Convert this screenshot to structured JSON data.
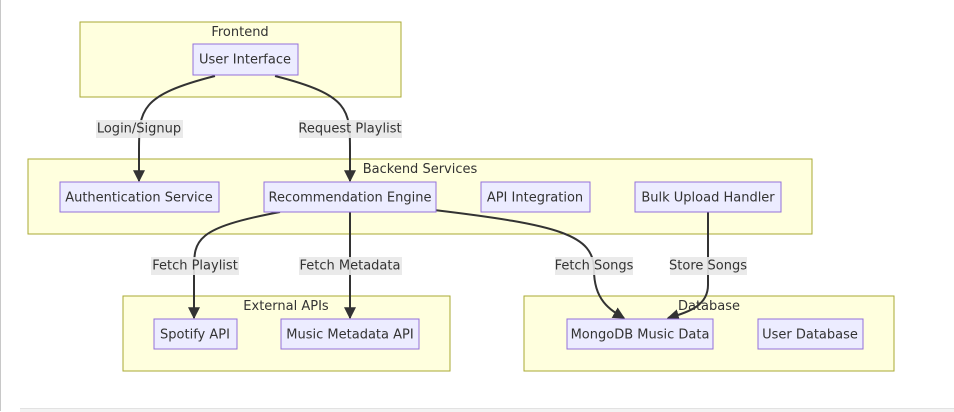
{
  "clusters": {
    "frontend": "Frontend",
    "backend": "Backend Services",
    "external": "External APIs",
    "database": "Database"
  },
  "nodes": {
    "ui": "User Interface",
    "auth": "Authentication Service",
    "rec": "Recommendation Engine",
    "api_integration": "API Integration",
    "bulk": "Bulk Upload Handler",
    "spotify": "Spotify API",
    "metadata_api": "Music Metadata API",
    "mongo": "MongoDB Music Data",
    "userdb": "User Database"
  },
  "edges": {
    "login": "Login/Signup",
    "request": "Request Playlist",
    "fetch_playlist": "Fetch Playlist",
    "fetch_metadata": "Fetch Metadata",
    "fetch_songs": "Fetch Songs",
    "store_songs": "Store Songs"
  },
  "colors": {
    "cluster_fill": "#ffffde",
    "cluster_stroke": "#aaaa33",
    "node_fill": "#ececff",
    "node_stroke": "#9370db",
    "edge": "#333333",
    "edge_label_bg": "#e8e8e8"
  }
}
